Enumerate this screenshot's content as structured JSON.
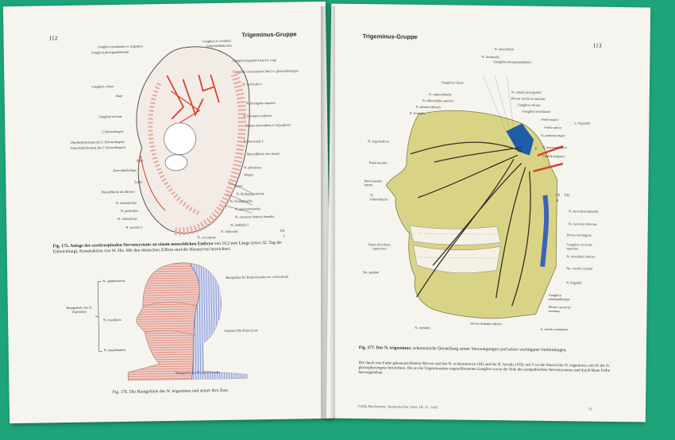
{
  "left_page": {
    "page_number": "112",
    "header": "Trigeminus-Gruppe",
    "fig175_labels": [
      "Ganglion semilunare n. trigemini",
      "Ganglion pterygopalatinum",
      "Ganglion ciliare",
      "Auge",
      "Ganglion oticum",
      "I. Kiemenbogen",
      "Oberkieferfortsatz des I. Kiemenbogens",
      "Unterkieferfortsatz des I. Kiemenbogens",
      "Herz",
      "Zwerchfellanlage",
      "Leber",
      "Wurzelfläche des Beines",
      "N. obturatorius",
      "N. pudendus",
      "N. ischiadicus",
      "N. sacralis I.",
      "Ganglion n. vestibuli",
      "Labyrinthbläschen",
      "Ganglion jugulare [sup.] n. vagi",
      "Ganglion extracraniale [inf.] n. glossopharyngei",
      "N. cervicalis I.",
      "N. laryngeus superior",
      "N. laryngeus inferior",
      "Ramus descendens n. hypoglossi",
      "N. thoracalis I.",
      "Wurzelfläche des Armes",
      "N. phrenicus",
      "Magen",
      "Darm",
      "N. iliohypogastricus",
      "N. ilioinguinalis",
      "N. genitofemoralis",
      "N. cutaneus femoris lateralis",
      "N. lumbalis I.",
      "N. femoralis",
      "N. coccygeus"
    ],
    "fig175_caption_title": "Fig. 175. Anlage des cerebrospinalen Nervensystems an einem menschlichen Embryo",
    "fig175_caption_text": "von 10,2 mm Länge (etwa 32. Tag der Entwicklung). Konstruktion von W. His. Mit den römischen Ziffern sind die Hirnnerven bezeichnet.",
    "fig175_marks": [
      "XII",
      "I"
    ],
    "fig176_labels": [
      "N. ophthalmicus",
      "Hautgebiete des N. trigeminus",
      "N. maxillaris",
      "N. mandibularis",
      "Hautgebiet der Rami dorsales nn. cervicalium",
      "Scheitel-Ohr-Kinn-Linie",
      "Hautgebiet des Plexus cervicalis"
    ],
    "fig176_caption": "Fig. 176. Die Hautgebiete des N. trigeminus und seiner drei Äste."
  },
  "right_page": {
    "page_number": "113",
    "header": "Trigeminus-Gruppe",
    "top_labels_left": [
      "N. lacrimalis",
      "N. nasociliaris",
      "Ganglion pterygopalatinum",
      "Ganglion ciliare",
      "N. supraorbitalis",
      "N. ethmoidalis anterior",
      "N. infratrochlearis",
      "N. frontalis"
    ],
    "top_labels_right": [
      "N. canalis pterygoidei",
      "Plexus caroticus internus",
      "Ganglion oticum",
      "Ganglion semilunare",
      "Portio major",
      "Portio minor",
      "n. trigemini",
      "N. petrosus major",
      "N. petrosus minor",
      "Chorda tympani"
    ],
    "left_labels": [
      "N. zygomaticus",
      "Rami nasales",
      "Rami nasales interni",
      "N. infraorbitalis",
      "Rami alveolares superiores",
      "Nn. palatini"
    ],
    "right_labels": [
      "N. auriculotemporalis",
      "N. caroticus internus",
      "Plexus meningeus",
      "Ganglion cervicale superius",
      "N. alveolaris inferior",
      "Nn. carotici externi",
      "N. lingualis",
      "Ganglion submandibulare",
      "Plexus caroticus externus",
      "A. carotis communis"
    ],
    "bottom_labels": [
      "N. mentalis",
      "Plexus dentalis inferior"
    ],
    "roman_numerals": [
      "V",
      "IX",
      "VII",
      "X"
    ],
    "fig177_caption_title": "Fig. 177. Der N. trigeminus;",
    "fig177_caption_text": "schematische Darstellung seiner Verzweigungen und seiner wichtigsten Verbindungen.",
    "fig177_caption_text2": "Die durch rote Farbe gekennzeichneten Nerven sind der N. oculomotorius (III) und der N. facialis (VII); mit V ist die Wurzel des N. trigeminus, mit IX der N. glossopharyngeus bezeichnet. Die an die Trigeminusäste angeschlossenen Ganglien sowie die Teile des sympathischen Nervensystems sind durch blaue Farbe hervorgehoben.",
    "footer_text": "Feldk-Hochstetter, Anatomischer Atlas, III. 21. Aufl.",
    "footer_num": "31"
  },
  "colors": {
    "page": "#f6f4ee",
    "cover": "#1ea47a",
    "face_yellow": "#d9d485",
    "nerve_red": "#d8412a",
    "skin_red": "#e49a8c",
    "skin_blue": "#9aa8d8",
    "nerve_dark": "#3a2d28",
    "blue": "#3a64b8"
  }
}
